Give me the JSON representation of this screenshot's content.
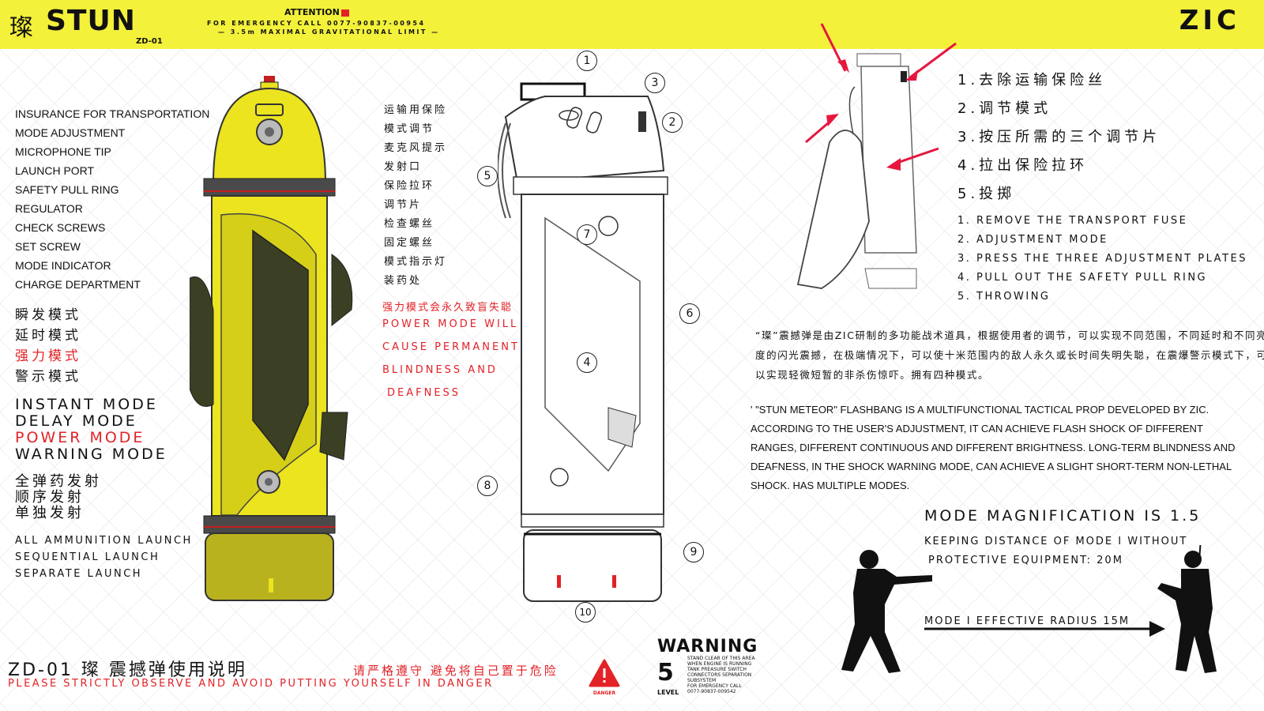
{
  "colors": {
    "accent": "#f3f13a",
    "danger": "#e32227",
    "ink": "#111111",
    "body_yellow": "#ebe41f"
  },
  "header": {
    "logo_cn": "璨",
    "title": "STUN",
    "subtitle": "ZD-01",
    "attention_title": "ATTENTION",
    "attention_line1": "FOR EMERGENCY CALL 0077-90837-00954",
    "attention_line2": "— 3.5m MAXIMAL GRAVITATIONAL LIMIT —",
    "brand": "ZIC"
  },
  "components_en": [
    "INSURANCE FOR TRANSPORTATION",
    "MODE ADJUSTMENT",
    "MICROPHONE TIP",
    "LAUNCH PORT",
    "SAFETY PULL RING",
    "REGULATOR",
    "CHECK SCREWS",
    "SET SCREW",
    "MODE INDICATOR",
    "CHARGE DEPARTMENT"
  ],
  "components_cn": [
    "运输用保险",
    "模式调节",
    "麦克风提示",
    "发射口",
    "保险拉环",
    "调节片",
    "检查螺丝",
    "固定螺丝",
    "模式指示灯",
    "装药处"
  ],
  "modes_cn": [
    {
      "text": "瞬发模式",
      "red": false
    },
    {
      "text": "延时模式",
      "red": false
    },
    {
      "text": "强力模式",
      "red": true
    },
    {
      "text": "警示模式",
      "red": false
    }
  ],
  "modes_en": [
    {
      "text": "INSTANT MODE",
      "red": false
    },
    {
      "text": "DELAY MODE",
      "red": false
    },
    {
      "text": "POWER MODE",
      "red": true
    },
    {
      "text": "WARNING MODE",
      "red": false
    }
  ],
  "launch_cn": [
    "全弹药发射",
    "顺序发射",
    "单独发射"
  ],
  "launch_en": [
    "ALL AMMUNITION LAUNCH",
    "SEQUENTIAL LAUNCH",
    "SEPARATE LAUNCH"
  ],
  "power_warning": {
    "cn": "强力模式会永久致盲失聪",
    "en": [
      "POWER MODE WILL",
      "CAUSE PERMANENT",
      "BLINDNESS AND",
      "DEAFNESS"
    ]
  },
  "callout_numbers": [
    "1",
    "2",
    "3",
    "4",
    "5",
    "6",
    "7",
    "8",
    "9",
    "10"
  ],
  "steps_cn": [
    "1.去除运输保险丝",
    "2.调节模式",
    "3.按压所需的三个调节片",
    "4.拉出保险拉环",
    "5.投掷"
  ],
  "steps_en": [
    "1. REMOVE THE TRANSPORT FUSE",
    "2. ADJUSTMENT MODE",
    "3. PRESS THE THREE ADJUSTMENT PLATES",
    "4. PULL OUT THE SAFETY PULL RING",
    "5. THROWING"
  ],
  "description_cn": "“璨”震撼弹是由ZIC研制的多功能战术道具，根据使用者的调节，可以实现不同范围，不同延时和不同亮度的闪光震撼，在极端情况下，可以使十米范围内的敌人永久或长时间失明失聪，在震爆警示模式下，可以实现轻微短暂的非杀伤惊吓。拥有四种模式。",
  "description_en": "' \"STUN METEOR\" FLASHBANG IS A MULTIFUNCTIONAL TACTICAL PROP DEVELOPED BY ZIC. ACCORDING TO THE USER'S ADJUSTMENT, IT CAN ACHIEVE FLASH SHOCK OF DIFFERENT RANGES, DIFFERENT CONTINUOUS AND DIFFERENT BRIGHTNESS. LONG-TERM BLINDNESS AND DEAFNESS, IN THE SHOCK WARNING MODE, CAN ACHIEVE A SLIGHT SHORT-TERM NON-LETHAL SHOCK. HAS MULTIPLE MODES.",
  "magnification": {
    "title": "MODE MAGNIFICATION IS 1.5",
    "distance_line1": "KEEPING DISTANCE OF MODE I WITHOUT",
    "distance_line2": "PROTECTIVE EQUIPMENT: 20M",
    "radius": "MODE I EFFECTIVE RADIUS 15M"
  },
  "footer": {
    "title_cn": "ZD-01 璨 震撼弹使用说明",
    "warning_cn": "请严格遵守 避免将自己置于危险",
    "warning_en": "PLEASE STRICTLY OBSERVE AND AVOID PUTTING YOURSELF IN DANGER",
    "danger_label": "DANGER"
  },
  "warning_panel": {
    "title": "WARNING",
    "level_number": "5",
    "level_label": "LEVEL",
    "lines": [
      "STAND CLEAR OF THIS AREA",
      "WHEN ENGINE IS RUNNING",
      "TANK PREASURE SWITCH",
      "CONNECTORS SEPARATION",
      "SUBSYSTEM"
    ],
    "call_label": "FOR EMERGENCY CALL",
    "call_number": "0077-90837-009542"
  }
}
